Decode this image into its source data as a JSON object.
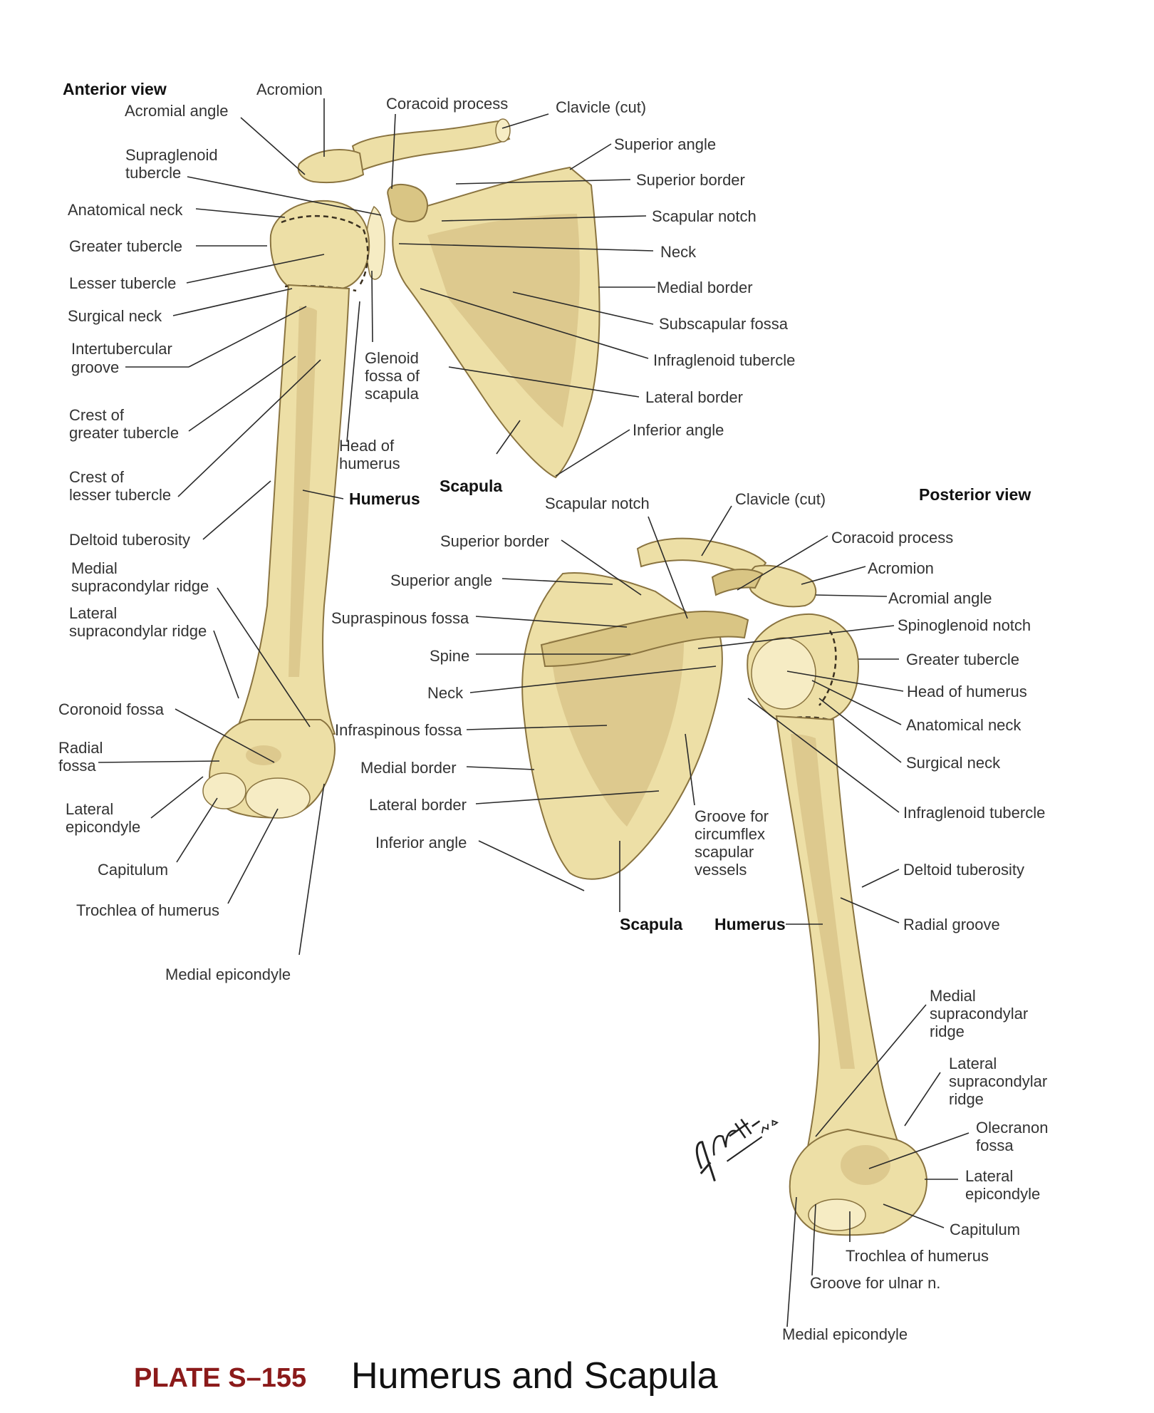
{
  "anterior": {
    "heading": "Anterior view",
    "labels": {
      "acromion": "Acromion",
      "acromial_angle": "Acromial angle",
      "coracoid_process": "Coracoid process",
      "clavicle": "Clavicle (cut)",
      "superior_angle": "Superior angle",
      "supraglenoid_1": "Supraglenoid",
      "supraglenoid_2": "tubercle",
      "superior_border": "Superior border",
      "anatomical_neck": "Anatomical neck",
      "scapular_notch": "Scapular notch",
      "greater_tubercle": "Greater tubercle",
      "neck": "Neck",
      "lesser_tubercle": "Lesser tubercle",
      "medial_border": "Medial border",
      "surgical_neck": "Surgical neck",
      "subscapular_fossa": "Subscapular fossa",
      "intertubercular_1": "Intertubercular",
      "intertubercular_2": "groove",
      "glenoid_1": "Glenoid",
      "glenoid_2": "fossa of",
      "glenoid_3": "scapula",
      "infraglenoid_tubercle": "Infraglenoid tubercle",
      "lateral_border": "Lateral border",
      "crest_greater_1": "Crest of",
      "crest_greater_2": "greater tubercle",
      "inferior_angle": "Inferior angle",
      "head_humerus_1": "Head of",
      "head_humerus_2": "humerus",
      "crest_lesser_1": "Crest of",
      "crest_lesser_2": "lesser tubercle",
      "scapula": "Scapula",
      "humerus": "Humerus",
      "deltoid_tuberosity": "Deltoid tuberosity",
      "medial_supracondylar_1": "Medial",
      "medial_supracondylar_2": "supracondylar ridge",
      "lateral_supracondylar_1": "Lateral",
      "lateral_supracondylar_2": "supracondylar ridge",
      "coronoid_fossa": "Coronoid fossa",
      "radial_fossa_1": "Radial",
      "radial_fossa_2": "fossa",
      "lateral_epicondyle_1": "Lateral",
      "lateral_epicondyle_2": "epicondyle",
      "capitulum": "Capitulum",
      "trochlea": "Trochlea of humerus",
      "medial_epicondyle": "Medial epicondyle"
    }
  },
  "posterior": {
    "heading": "Posterior view",
    "labels": {
      "scapular_notch": "Scapular notch",
      "clavicle": "Clavicle (cut)",
      "superior_border": "Superior border",
      "coracoid_process": "Coracoid process",
      "acromion": "Acromion",
      "superior_angle": "Superior angle",
      "acromial_angle": "Acromial angle",
      "supraspinous_fossa": "Supraspinous fossa",
      "spinoglenoid_notch": "Spinoglenoid notch",
      "spine": "Spine",
      "greater_tubercle": "Greater tubercle",
      "neck": "Neck",
      "head_humerus": "Head of humerus",
      "infraspinous_fossa": "Infraspinous fossa",
      "anatomical_neck": "Anatomical neck",
      "medial_border": "Medial border",
      "surgical_neck": "Surgical neck",
      "lateral_border": "Lateral border",
      "infraglenoid_tubercle": "Infraglenoid tubercle",
      "groove_circumflex_1": "Groove for",
      "groove_circumflex_2": "circumflex",
      "groove_circumflex_3": "scapular",
      "groove_circumflex_4": "vessels",
      "inferior_angle": "Inferior angle",
      "deltoid_tuberosity": "Deltoid tuberosity",
      "scapula": "Scapula",
      "humerus": "Humerus",
      "radial_groove": "Radial groove",
      "medial_supracondylar_1": "Medial",
      "medial_supracondylar_2": "supracondylar",
      "medial_supracondylar_3": "ridge",
      "lateral_supracondylar_1": "Lateral",
      "lateral_supracondylar_2": "supracondylar",
      "lateral_supracondylar_3": "ridge",
      "olecranon_1": "Olecranon",
      "olecranon_2": "fossa",
      "lateral_epicondyle_1": "Lateral",
      "lateral_epicondyle_2": "epicondyle",
      "capitulum": "Capitulum",
      "trochlea": "Trochlea of humerus",
      "groove_ulnar": "Groove for ulnar n.",
      "medial_epicondyle": "Medial epicondyle"
    }
  },
  "plate": {
    "number": "PLATE S–155",
    "title": "Humerus and Scapula"
  },
  "signature": "F. Netter M.D.",
  "colors": {
    "bone": "#eddfa6",
    "plate_number": "#8b1a1a"
  }
}
